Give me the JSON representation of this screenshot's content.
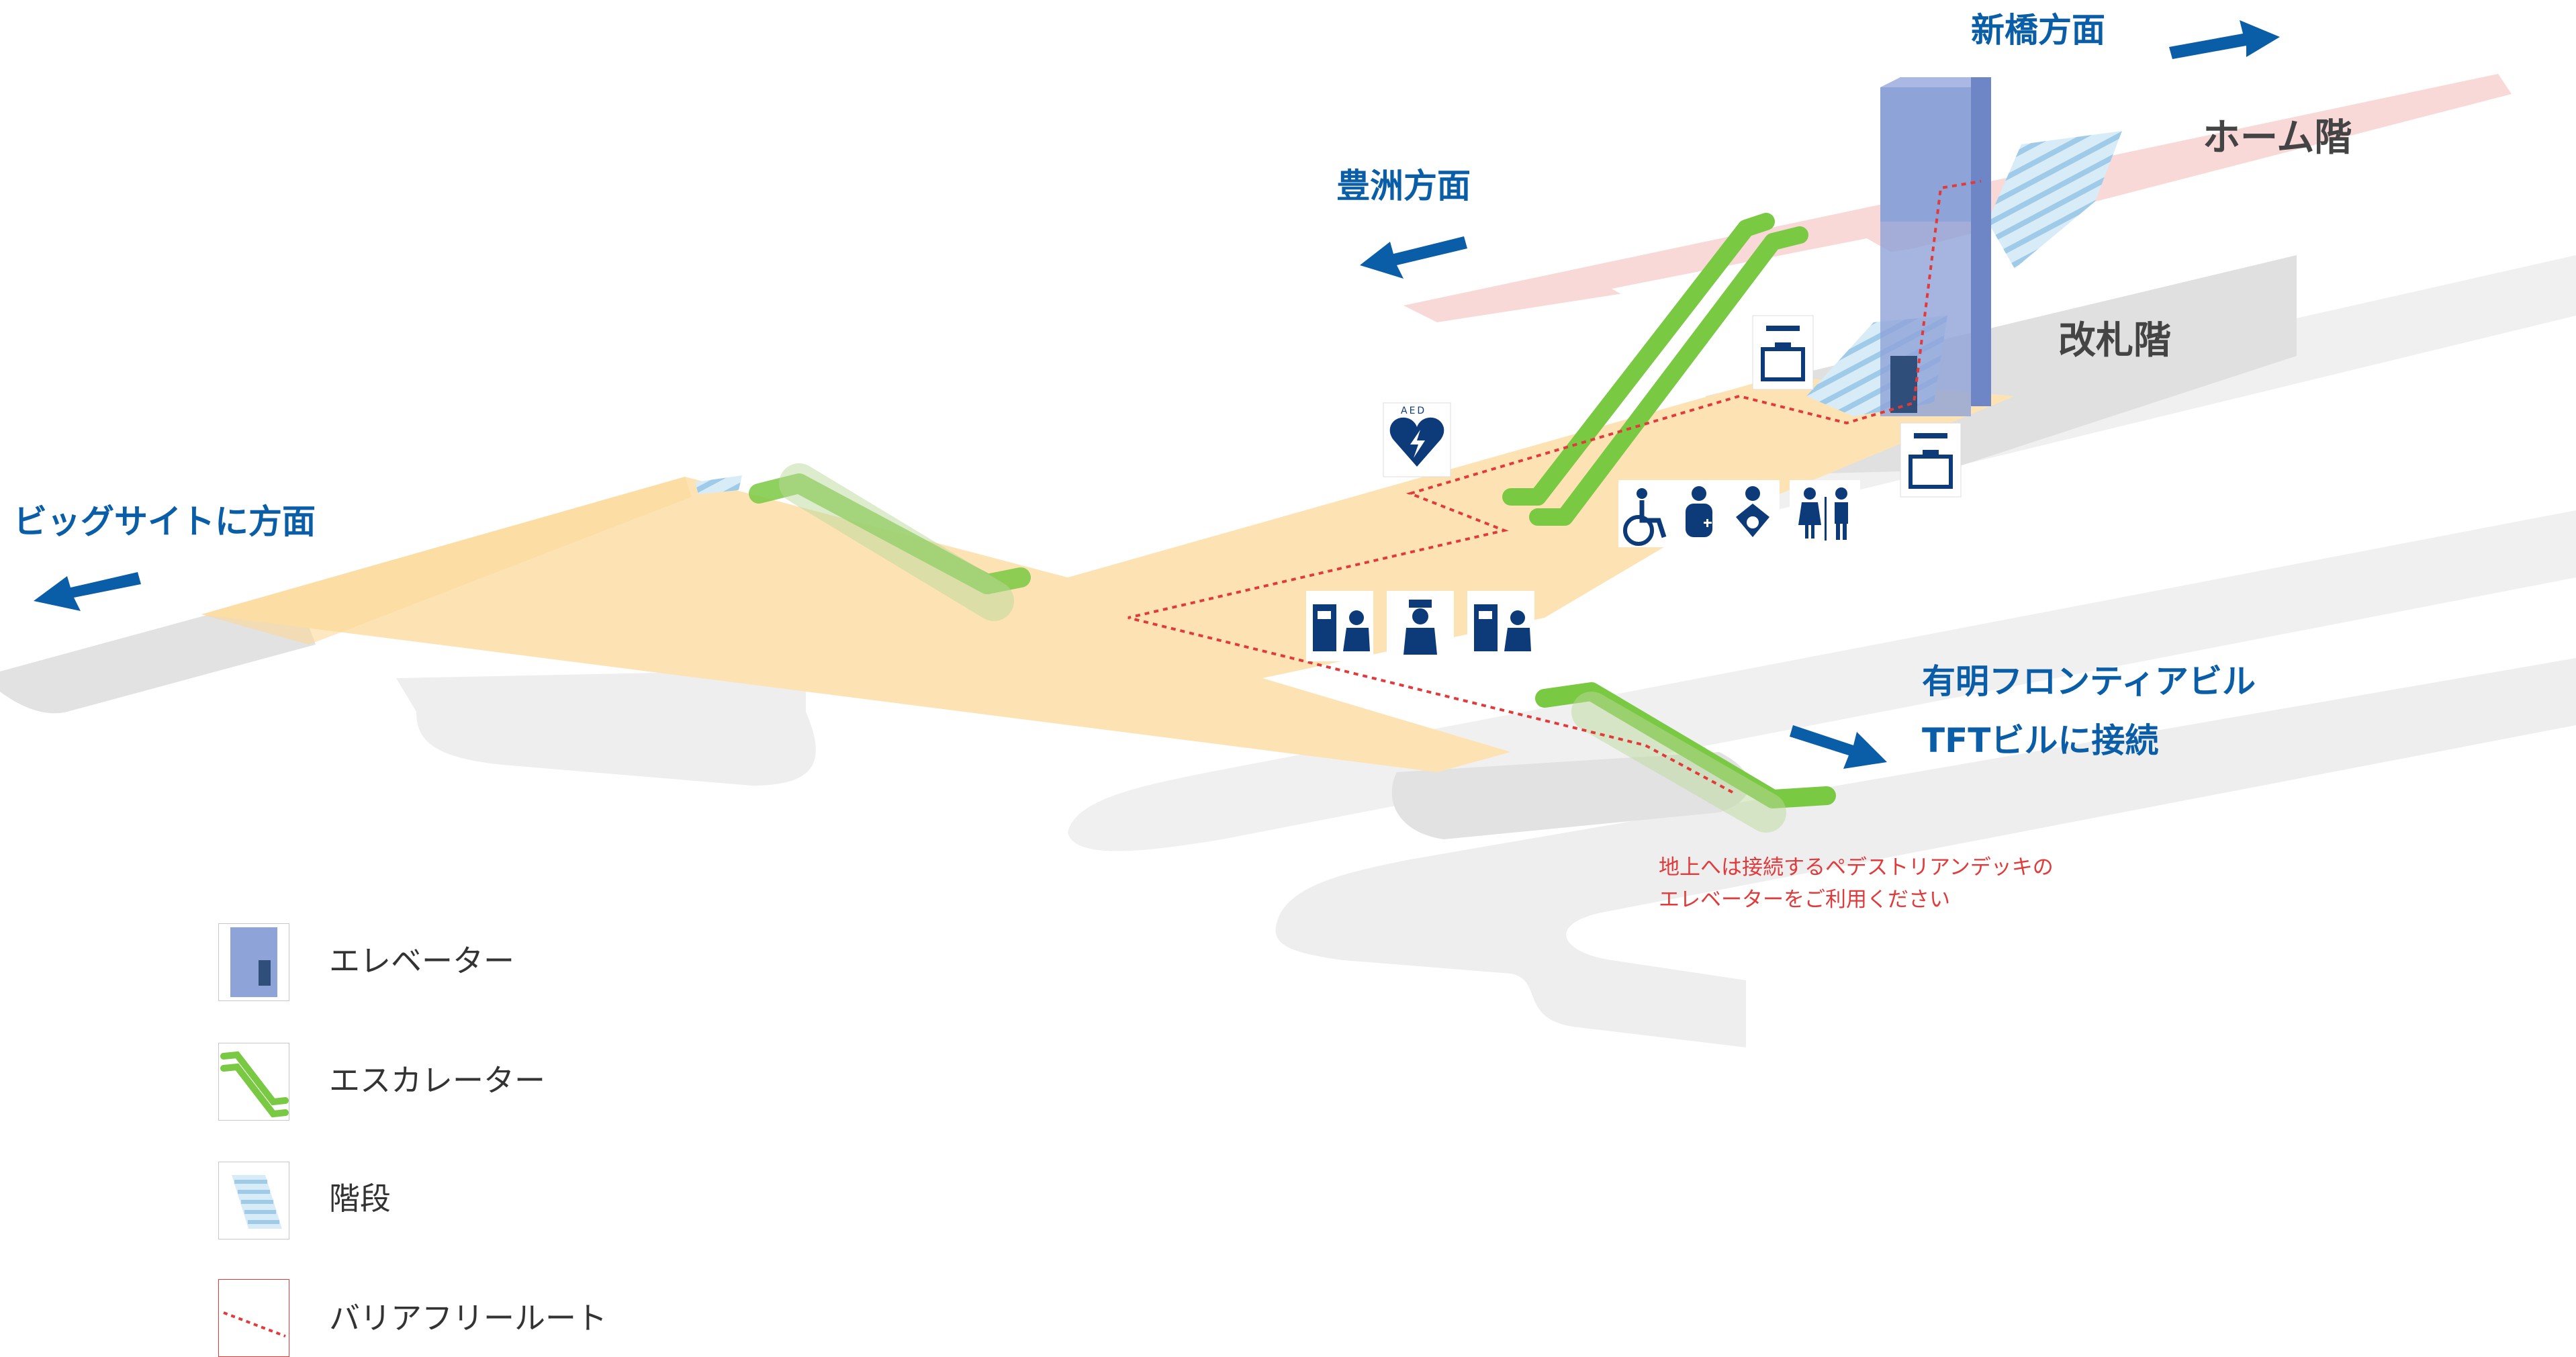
{
  "directions": {
    "shinbashi": "新橋方面",
    "toyosu": "豊洲方面",
    "bigsight": "ビッグサイトに方面",
    "tft_line1": "有明フロンティアビル",
    "tft_line2": "TFTビルに接続"
  },
  "levels": {
    "platform": "ホーム階",
    "ticket_gate": "改札階"
  },
  "note": {
    "line1": "地上へは接続するペデストリアンデッキの",
    "line2": "エレベーターをご利用ください"
  },
  "legend": {
    "elevator": "エレベーター",
    "escalator": "エスカレーター",
    "stairs": "階段",
    "barrier_free": "バリアフリールート"
  },
  "icons": {
    "aed_text": "AED"
  },
  "colors": {
    "direction_blue": "#0a5ea8",
    "concourse": "#fde3b4",
    "platform": "#f9d9d9",
    "escalator": "#7ac943",
    "elevator": "#8a9fd4",
    "route": "#e23a3a",
    "icon_navy": "#0d3b7a",
    "shadow": "#e9e9e9"
  }
}
